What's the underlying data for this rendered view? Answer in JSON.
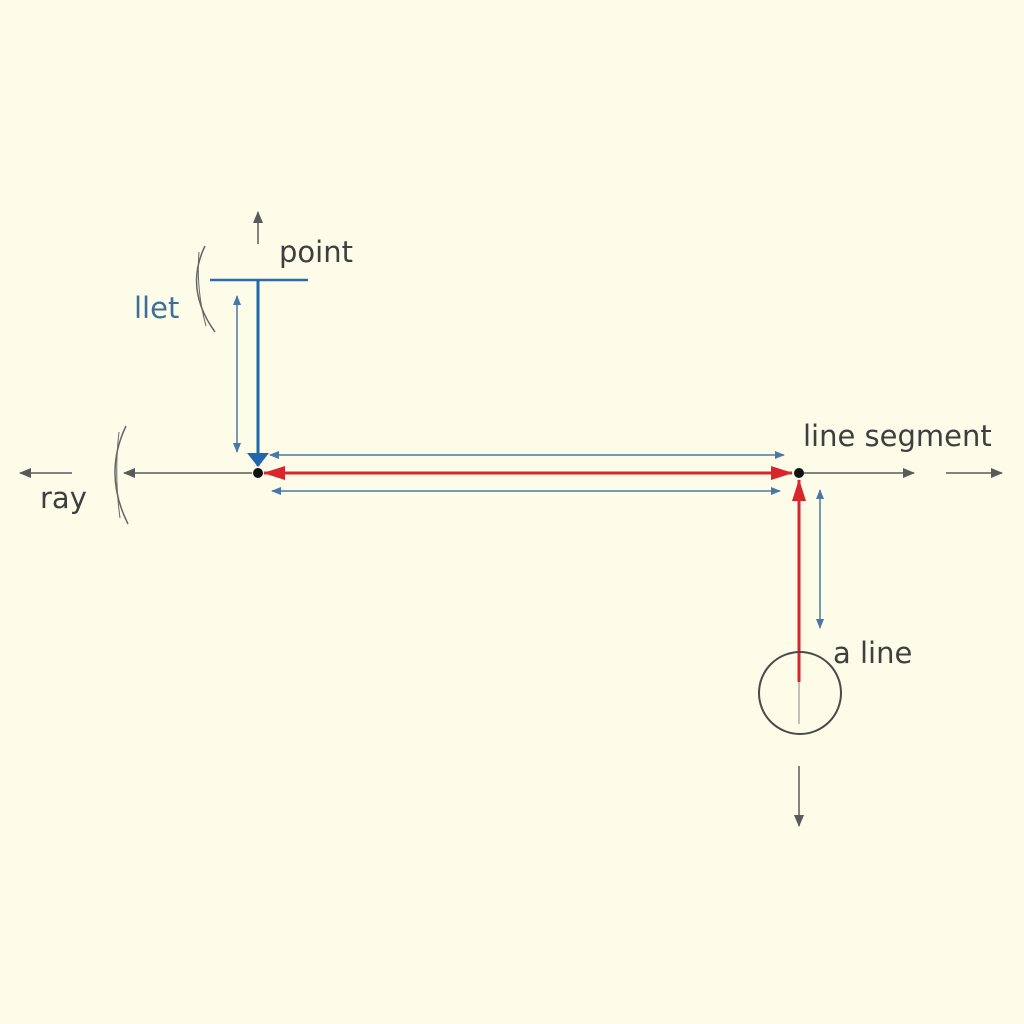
{
  "labels": {
    "point": "point",
    "llet": "llet",
    "ray": "ray",
    "line_segment": "line segment",
    "a_line": "a line"
  },
  "colors": {
    "background": "#fcfce9",
    "label_dark": "#3f3f3f",
    "label_blue": "#3e6f9b",
    "line_gray": "#5a5a5a",
    "line_blue": "#4a78a6",
    "line_blue_dark": "#2167b0",
    "line_red": "#d8262c",
    "point_black": "#111111"
  }
}
